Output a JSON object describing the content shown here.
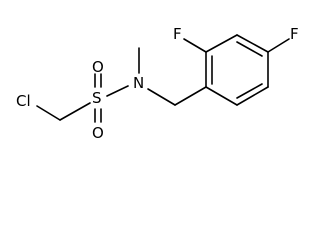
{
  "colors": {
    "background": "#ffffff",
    "stroke": "#000000"
  },
  "molecule": {
    "atoms": {
      "cl": "Cl",
      "s": "S",
      "o_top": "O",
      "o_bottom": "O",
      "n": "N",
      "f_ortho": "F",
      "f_para": "F"
    }
  }
}
